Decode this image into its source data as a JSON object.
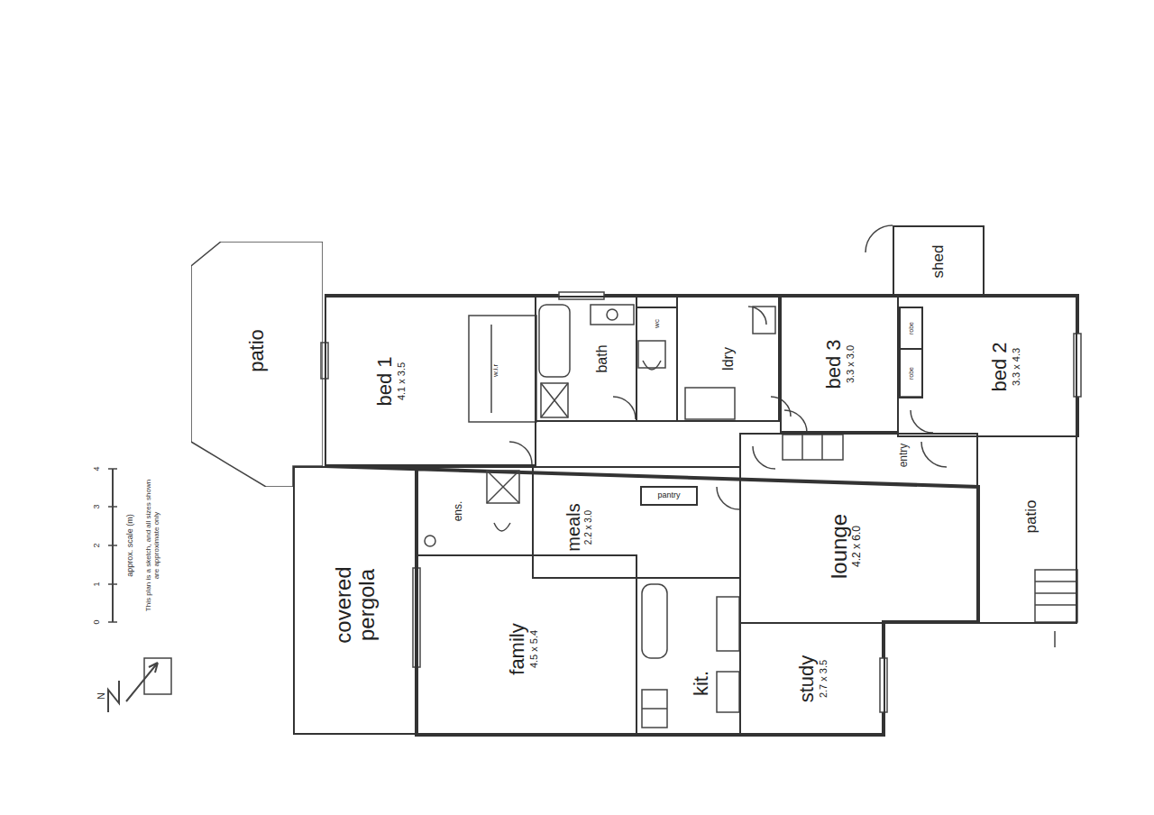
{
  "diagram": {
    "nodes": [
      {
        "text": [
          "patio"
        ]
      },
      {
        "text": [
          "covered pergola"
        ]
      },
      {
        "text": [
          "bed 1",
          "4.1 x 3.5"
        ]
      },
      {
        "text": [
          "w.i.r"
        ],
        "in": 2
      },
      {
        "text": [
          "bath"
        ]
      },
      {
        "text": [
          "wc"
        ]
      },
      {
        "text": [
          "ldry"
        ]
      },
      {
        "text": [
          "shed"
        ]
      },
      {
        "text": [
          "bed 3",
          "3.3 x 3.0"
        ]
      },
      {
        "text": [
          "bed 2",
          "3.3 x 4.3"
        ]
      },
      {
        "text": [
          "robe"
        ],
        "in": 9
      },
      {
        "text": [
          "robe"
        ],
        "in": 9
      },
      {
        "text": [
          "ens."
        ]
      },
      {
        "text": [
          "meals",
          "2.2 x 3.0"
        ]
      },
      {
        "text": [
          "pantry"
        ],
        "in": 13
      },
      {
        "text": [
          "family",
          "4.5 x 5.4"
        ]
      },
      {
        "text": [
          "kit."
        ]
      },
      {
        "text": [
          "lounge",
          "4.2 x 6.0"
        ]
      },
      {
        "text": [
          "study",
          "2.7 x 3.5"
        ]
      },
      {
        "text": [
          "patio"
        ]
      }
    ],
    "labels": [
      "entry",
      "0",
      "1",
      "2",
      "3",
      "4",
      "approx. scale (m)",
      "This plan is a sketch, and all sizes shown are approximate only",
      "N"
    ]
  }
}
